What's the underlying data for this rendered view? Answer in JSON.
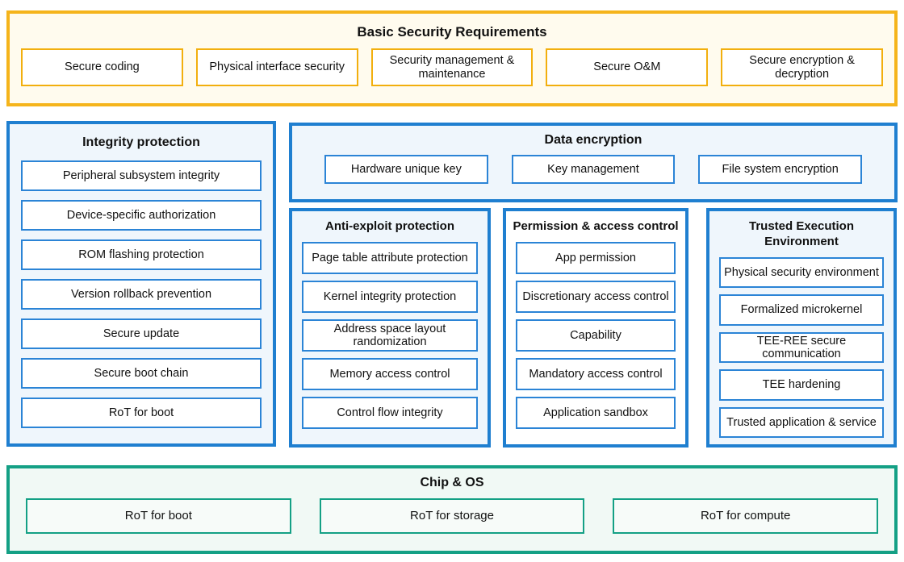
{
  "colors": {
    "yellow_border": "#F5B41B",
    "yellow_background": "#FFFBEE",
    "blue_border": "#1F7FD0",
    "blue_background": "#EFF6FC",
    "teal_border": "#14A085",
    "teal_background": "#F1F9F5",
    "box_background": "#FFFFFF",
    "text": "#111111"
  },
  "sections": {
    "basic_security": {
      "title": "Basic Security Requirements",
      "items": [
        "Secure coding",
        "Physical interface security",
        "Security management & maintenance",
        "Secure O&M",
        "Secure encryption & decryption"
      ]
    },
    "integrity": {
      "title": "Integrity protection",
      "items": [
        "Peripheral subsystem integrity",
        "Device-specific authorization",
        "ROM flashing protection",
        "Version rollback prevention",
        "Secure update",
        "Secure boot chain",
        "RoT for boot"
      ]
    },
    "data_encryption": {
      "title": "Data encryption",
      "items": [
        "Hardware unique key",
        "Key management",
        "File system encryption"
      ]
    },
    "anti_exploit": {
      "title": "Anti-exploit protection",
      "items": [
        "Page table attribute protection",
        "Kernel integrity protection",
        "Address space layout randomization",
        "Memory access control",
        "Control flow integrity"
      ]
    },
    "permission": {
      "title": "Permission & access control",
      "items": [
        "App permission",
        "Discretionary access control",
        "Capability",
        "Mandatory access control",
        "Application sandbox"
      ]
    },
    "tee": {
      "title": "Trusted Execution Environment",
      "items": [
        "Physical security environment",
        "Formalized microkernel",
        "TEE-REE secure communication",
        "TEE hardening",
        "Trusted application & service"
      ]
    },
    "chip_os": {
      "title": "Chip & OS",
      "items": [
        "RoT for boot",
        "RoT for storage",
        "RoT for compute"
      ]
    }
  }
}
